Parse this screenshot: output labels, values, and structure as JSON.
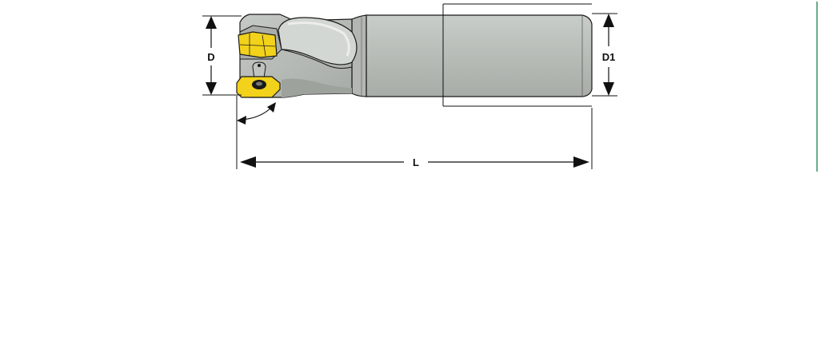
{
  "dimensions": {
    "diameter_label": "D",
    "shank_diameter_label": "D1",
    "length_label": "L"
  },
  "colors": {
    "tool_body": "#b3b8b3",
    "tool_body_shade": "#9ea39e",
    "tool_highlight": "#dfe3df",
    "insert": "#f2d21a",
    "outline": "#1a1a1a",
    "accent_edge": "#2e8b57"
  }
}
